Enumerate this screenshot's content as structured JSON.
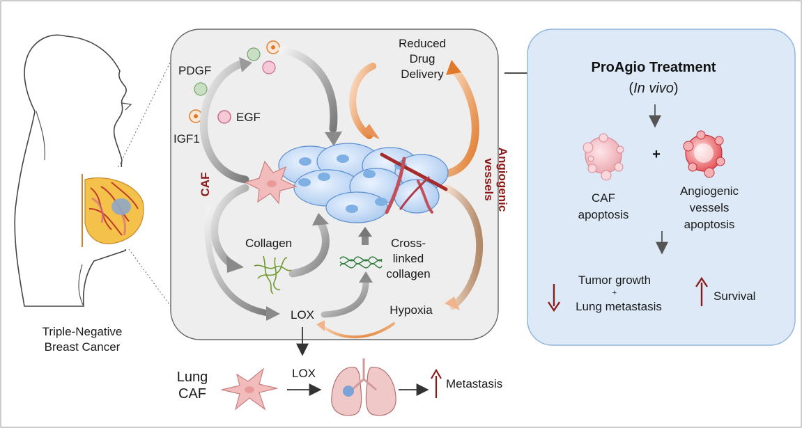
{
  "patient": {
    "label_line1": "Triple-Negative",
    "label_line2": "Breast Cancer"
  },
  "tme": {
    "factors": {
      "pdgf": "PDGF",
      "egf": "EGF",
      "igf1": "IGF1"
    },
    "reduced_drug_delivery": [
      "Reduced",
      "Drug",
      "Delivery"
    ],
    "caf": "CAF",
    "angiogenic_vessels": [
      "Angiogenic",
      "vessels"
    ],
    "collagen": "Collagen",
    "cross_linked_collagen": [
      "Cross-",
      "linked",
      "collagen"
    ],
    "lox": "LOX",
    "hypoxia": "Hypoxia"
  },
  "lung": {
    "lung_caf": [
      "Lung",
      "CAF"
    ],
    "lox": "LOX",
    "metastasis": "Metastasis"
  },
  "treatment": {
    "title": "ProAgio Treatment",
    "subtitle_open": "(",
    "subtitle_italic": "In vivo",
    "subtitle_close": ")",
    "plus": "+",
    "caf_apoptosis": [
      "CAF",
      "apoptosis"
    ],
    "angiogenic_apoptosis": [
      "Angiogenic",
      "vessels",
      "apoptosis"
    ],
    "tumor_growth": "Tumor growth",
    "small_plus": "+",
    "lung_metastasis": "Lung metastasis",
    "survival": "Survival"
  },
  "colors": {
    "panel_gray": "#eeeeee",
    "panel_blue": "#dde9f7",
    "dark_red": "#8b1a1a",
    "orange": "#e07a2a",
    "arrow_gray": "#8a8a8a"
  }
}
